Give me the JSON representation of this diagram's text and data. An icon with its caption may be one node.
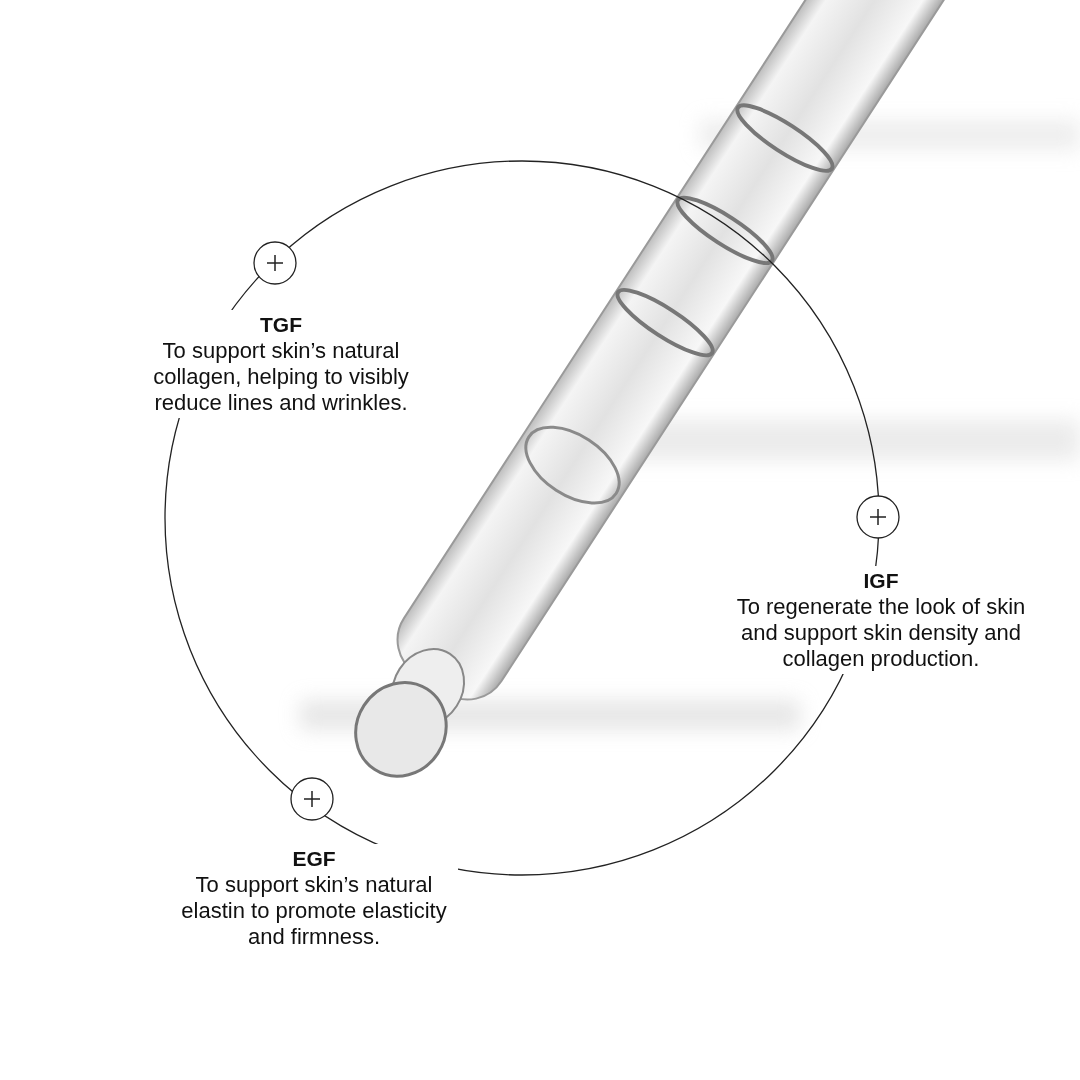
{
  "diagram": {
    "labels": [
      "TGF",
      "To support skin’s natural collagen, helping to visibly reduce lines and wrinkles.",
      "IGF",
      "To regenerate the look of skin and support skin density and collagen production.",
      "EGF",
      "To support skin’s natural elastin to promote elasticity and firmness."
    ]
  }
}
